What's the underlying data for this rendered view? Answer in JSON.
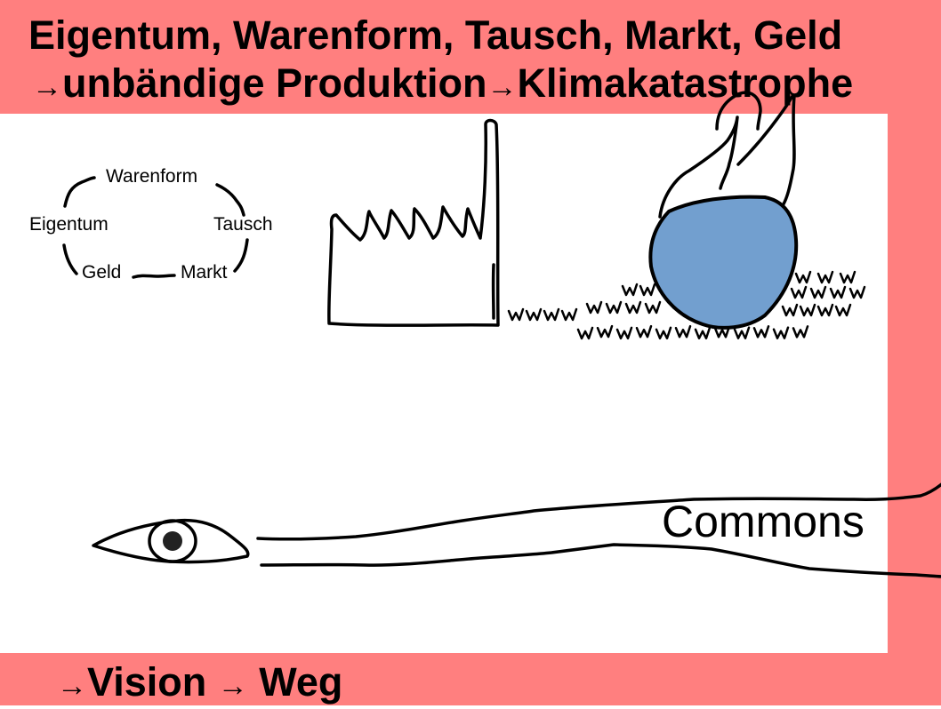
{
  "slide": {
    "colors": {
      "frame": "#ff7f7f",
      "globe_fill": "#729fcf",
      "ink": "#000000",
      "background": "#ffffff"
    },
    "title": {
      "line1": "Eigentum, Warenform, Tausch, Markt, Geld",
      "line2_arrow1": "→",
      "line2_part1": "unbändige Produktion",
      "line2_arrow2": "→",
      "line2_part2": "Klimakatastrophe"
    },
    "cycle": {
      "items": [
        "Warenform",
        "Tausch",
        "Markt",
        "Geld",
        "Eigentum"
      ]
    },
    "drawings": {
      "factory_icon": "factory",
      "burning_globe_icon": "earth-on-fire",
      "grass_icon": "grass",
      "eye_icon": "eye",
      "path_icon": "road-to-commons"
    },
    "commons_label": "Commons",
    "footer": {
      "arrow1": "→",
      "part1": "Vision",
      "arrow2": "→",
      "part2": "Weg"
    }
  }
}
